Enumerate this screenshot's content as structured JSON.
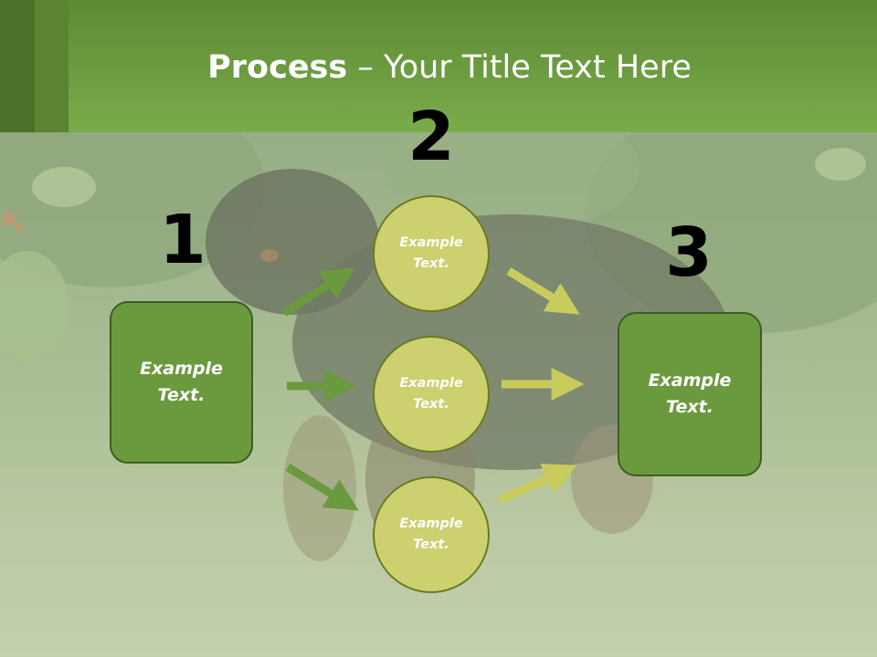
{
  "slide": {
    "title_bold": "Process",
    "title_rest": " – Your Title Text Here",
    "steps": {
      "one": "1",
      "two": "2",
      "three": "3"
    },
    "left_box_text": "Example Text.",
    "right_box_text": "Example Text.",
    "circles": [
      "Example Text.",
      "Example Text.",
      "Example Text."
    ]
  },
  "colors": {
    "header_green": "#7aab4a",
    "box_green": "#6b9a3e",
    "circle_yellow": "#cdd06e",
    "arrow_dark_green": "#6b9a3e",
    "arrow_yellow": "#c9cc5c"
  }
}
